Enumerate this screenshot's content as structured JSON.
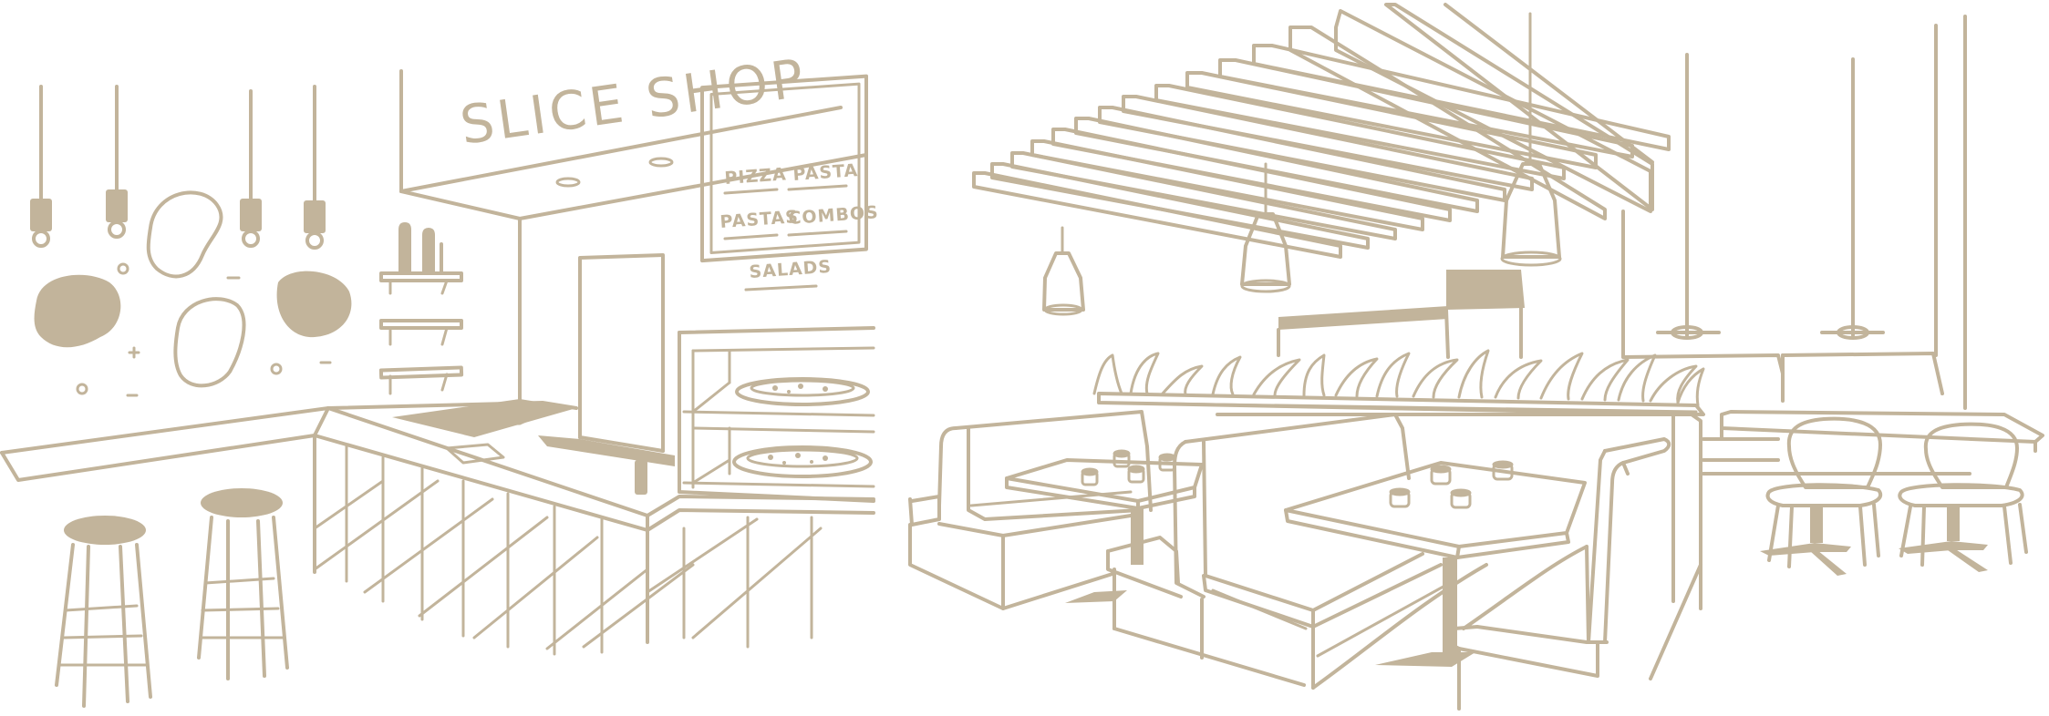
{
  "colors": {
    "line": "#c2b49b",
    "background": "#ffffff"
  },
  "signage": {
    "shop_sign": "SLICE SHOP",
    "menu_board": {
      "row1_left": "PIZZA",
      "row1_right": "PASTA",
      "row2_left": "PASTAS",
      "row2_right": "COMBOS",
      "row3": "SALADS"
    }
  },
  "icons": [
    "pendant-lamp-icon",
    "pizza-icon",
    "bar-stool-icon",
    "booth-seat-icon",
    "chair-icon",
    "planter-icon"
  ]
}
